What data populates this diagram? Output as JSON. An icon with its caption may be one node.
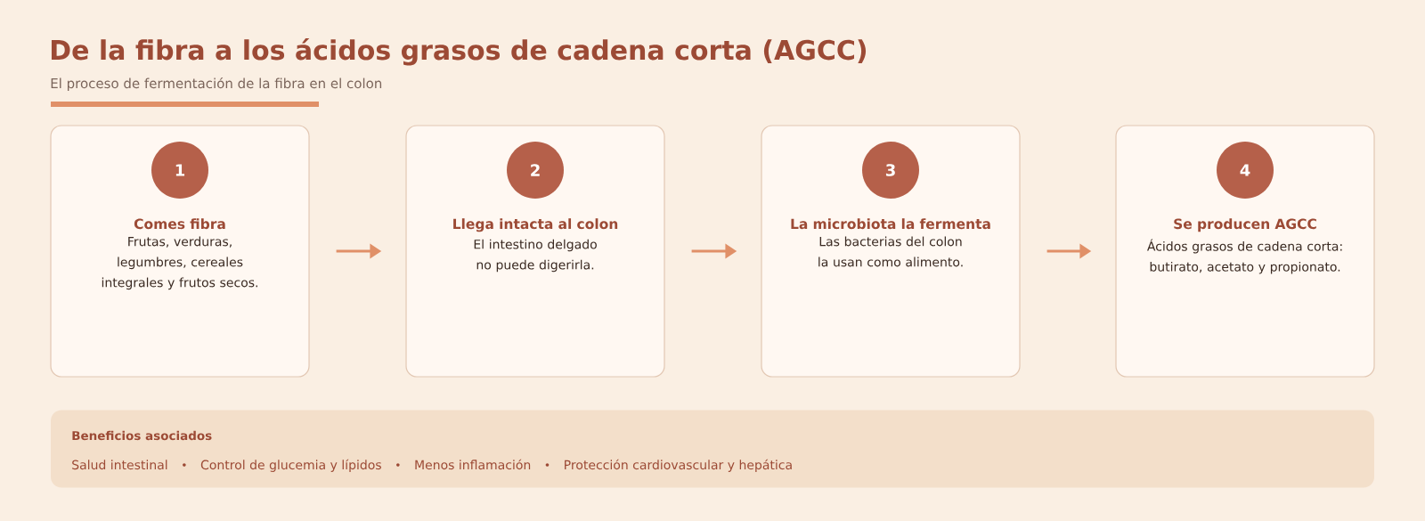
{
  "diagram": {
    "title": "De la fibra a los ácidos grasos de cadena corta (AGCC)",
    "caption": "El proceso de fermentación de la fibra en el colon",
    "nodes": [
      {
        "text": [
          "Comes fibra",
          "Frutas, verduras, legumbres, cereales integrales y frutos secos."
        ]
      },
      {
        "text": [
          "1"
        ],
        "in": 0
      },
      {
        "text": [
          "Llega intacta al colon",
          "El intestino delgado no puede digerirla."
        ]
      },
      {
        "text": [
          "2"
        ],
        "in": 2
      },
      {
        "text": [
          "La microbiota la fermenta",
          "Las bacterias del colon la usan como alimento."
        ]
      },
      {
        "text": [
          "3"
        ],
        "in": 4
      },
      {
        "text": [
          "Se producen AGCC",
          "Ácidos grasos de cadena corta: butirato, acetato y propionato."
        ]
      },
      {
        "text": [
          "4"
        ],
        "in": 6
      },
      {
        "text": [
          "Beneficios asociados",
          "Salud intestinal",
          "Control de glucemia y lípidos",
          "Menos inflamación",
          "Protección cardiovascular y hepática"
        ]
      }
    ],
    "edges": [
      {
        "from": 0,
        "to": 2,
        "arrow": "to"
      },
      {
        "from": 2,
        "to": 4,
        "arrow": "to"
      },
      {
        "from": 4,
        "to": 6,
        "arrow": "to"
      }
    ]
  }
}
